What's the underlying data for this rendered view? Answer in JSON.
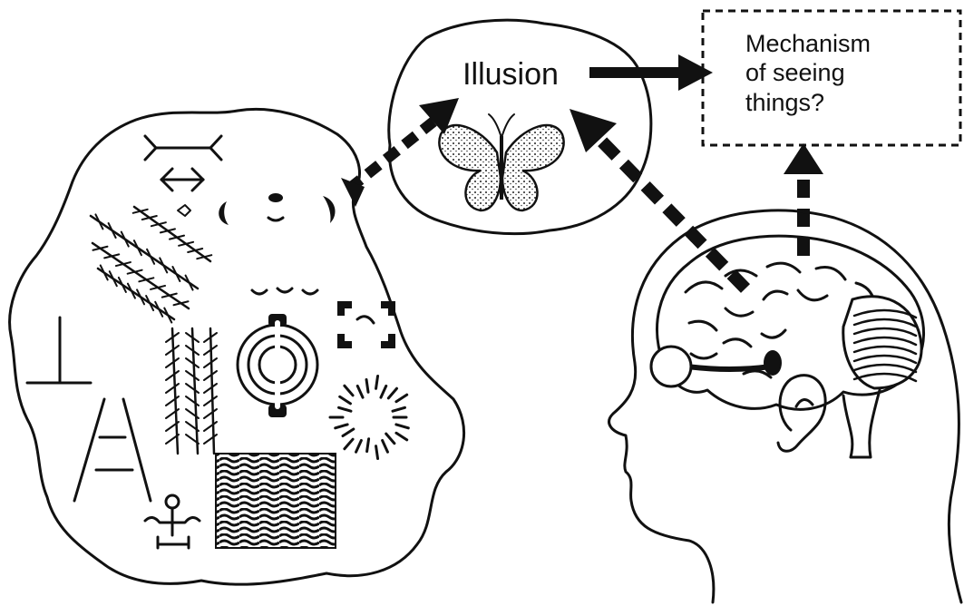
{
  "diagram": {
    "illusion_label": "Illusion",
    "mechanism_lines": [
      "Mechanism",
      "of seeing",
      "things?"
    ],
    "colors": {
      "ink": "#111111",
      "background": "#ffffff"
    },
    "icons": [
      "butterfly-icon",
      "brain-icon",
      "eye-icon",
      "ear-icon",
      "muller-lyer-figure-icon",
      "zollner-lines-icon",
      "kanizsa-figure-icon",
      "ponzo-ladder-icon",
      "stick-figure-icon"
    ]
  }
}
